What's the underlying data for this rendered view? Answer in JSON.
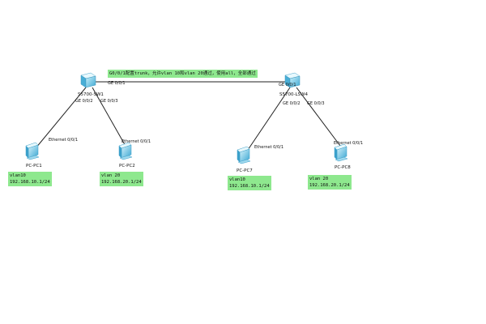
{
  "banner": "G0/0/1配置trunk，允许vlan 10和vlan 20通过，使用all，全部通过",
  "switches": {
    "left": {
      "name": "S5700-SW1",
      "ports": {
        "g1": "GE 0/0/1",
        "g2": "GE 0/0/2",
        "g3": "GE 0/0/3"
      }
    },
    "right": {
      "name": "S5700-LSW4",
      "ports": {
        "g1": "GE 0/0/1",
        "g2": "GE 0/0/2",
        "g3": "GE 0/0/3"
      }
    }
  },
  "pcs": [
    {
      "name": "PC-PC1",
      "port": "Ethernet 0/0/1",
      "vlan": "vlan10",
      "ip": "192.168.10.1/24"
    },
    {
      "name": "PC-PC2",
      "port": "Ethernet 0/0/1",
      "vlan": "vlan 20",
      "ip": "192.168.20.1/24"
    },
    {
      "name": "PC-PC7",
      "port": "Ethernet 0/0/1",
      "vlan": "vlan10",
      "ip": "192.168.10.1/24"
    },
    {
      "name": "PC-PC8",
      "port": "Ethernet 0/0/1",
      "vlan": "vlan 20",
      "ip": "192.168.20.1/24"
    }
  ],
  "colors": {
    "note_bg": "#8ee88e",
    "switch": "#5bc0e0",
    "pc": "#4fb6da",
    "link": "#222222"
  }
}
